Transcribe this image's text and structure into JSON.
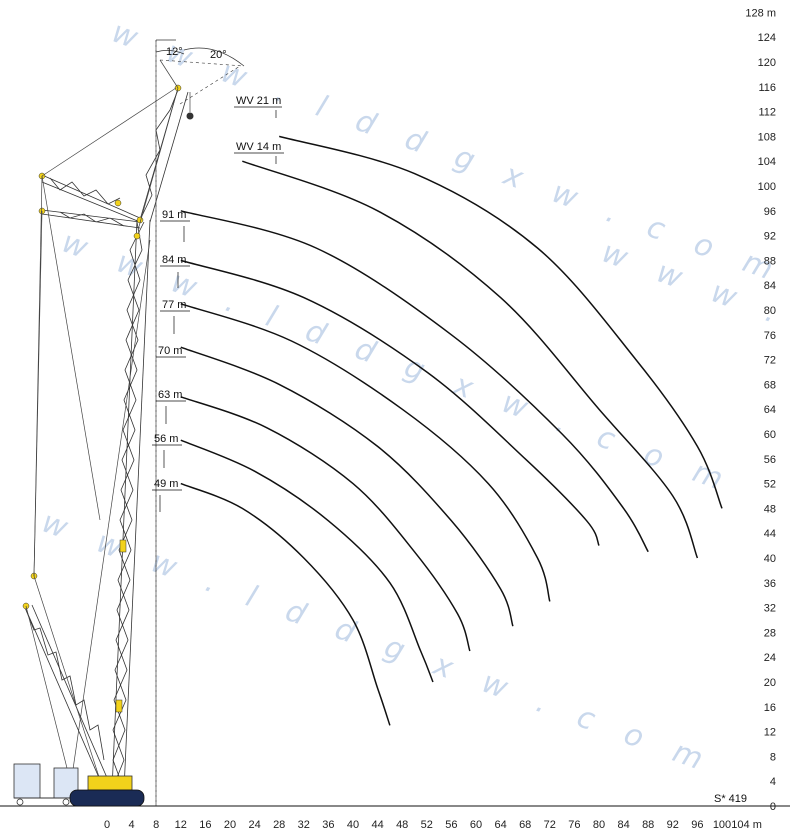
{
  "x_axis": {
    "ticks": [
      "0",
      "4",
      "8",
      "12",
      "16",
      "20",
      "24",
      "28",
      "32",
      "36",
      "40",
      "44",
      "48",
      "52",
      "56",
      "60",
      "64",
      "68",
      "72",
      "76",
      "80",
      "84",
      "88",
      "92",
      "96",
      "100",
      "104 m"
    ]
  },
  "y_axis": {
    "ticks": [
      "0",
      "4",
      "8",
      "12",
      "16",
      "20",
      "24",
      "28",
      "32",
      "36",
      "40",
      "44",
      "48",
      "52",
      "56",
      "60",
      "64",
      "68",
      "72",
      "76",
      "80",
      "84",
      "88",
      "92",
      "96",
      "100",
      "104",
      "108",
      "112",
      "116",
      "120",
      "124",
      "128 m"
    ]
  },
  "angles": {
    "a12": "12°",
    "a20": "20°"
  },
  "drawing_code": "S* 419",
  "watermark": "w w w . l d d g x w . c o m",
  "colors": {
    "crane_yellow": "#f2d21b",
    "line": "#111111",
    "watermark": "#c9d8ec"
  },
  "boom_labels": [
    {
      "id": "wv21",
      "text": "WV 21 m"
    },
    {
      "id": "wv14",
      "text": "WV 14 m"
    },
    {
      "id": "m91",
      "text": "91 m"
    },
    {
      "id": "m84",
      "text": "84 m"
    },
    {
      "id": "m77",
      "text": "77 m"
    },
    {
      "id": "m70",
      "text": "70 m"
    },
    {
      "id": "m63",
      "text": "63 m"
    },
    {
      "id": "m56",
      "text": "56 m"
    },
    {
      "id": "m49",
      "text": "49 m"
    }
  ],
  "chart_data": {
    "type": "line",
    "title": "",
    "xlabel": "m",
    "ylabel": "m",
    "xlim": [
      0,
      104
    ],
    "ylim": [
      0,
      128
    ],
    "series": [
      {
        "name": "WV 21 m",
        "x": [
          28,
          50,
          70,
          86,
          96,
          100
        ],
        "y": [
          108,
          102,
          90,
          72,
          58,
          48
        ]
      },
      {
        "name": "WV 14 m",
        "x": [
          22,
          44,
          64,
          80,
          92,
          96
        ],
        "y": [
          104,
          96,
          82,
          64,
          50,
          40
        ]
      },
      {
        "name": "91 m",
        "x": [
          12,
          34,
          56,
          74,
          84,
          88
        ],
        "y": [
          96,
          90,
          76,
          60,
          48,
          41
        ]
      },
      {
        "name": "84 m",
        "x": [
          12,
          32,
          52,
          68,
          78,
          80
        ],
        "y": [
          88,
          82,
          70,
          56,
          46,
          42
        ]
      },
      {
        "name": "77 m",
        "x": [
          12,
          30,
          48,
          62,
          70,
          72
        ],
        "y": [
          81,
          75,
          64,
          52,
          40,
          33
        ]
      },
      {
        "name": "70 m",
        "x": [
          12,
          28,
          44,
          56,
          64,
          66
        ],
        "y": [
          74,
          68,
          58,
          46,
          35,
          29
        ]
      },
      {
        "name": "63 m",
        "x": [
          12,
          26,
          40,
          50,
          57,
          59
        ],
        "y": [
          66,
          61,
          52,
          41,
          31,
          25
        ]
      },
      {
        "name": "56 m",
        "x": [
          12,
          24,
          36,
          46,
          51,
          53
        ],
        "y": [
          59,
          54,
          46,
          36,
          25,
          20
        ]
      },
      {
        "name": "49 m",
        "x": [
          12,
          22,
          32,
          40,
          44,
          46
        ],
        "y": [
          52,
          48,
          40,
          30,
          19,
          13
        ]
      }
    ]
  }
}
